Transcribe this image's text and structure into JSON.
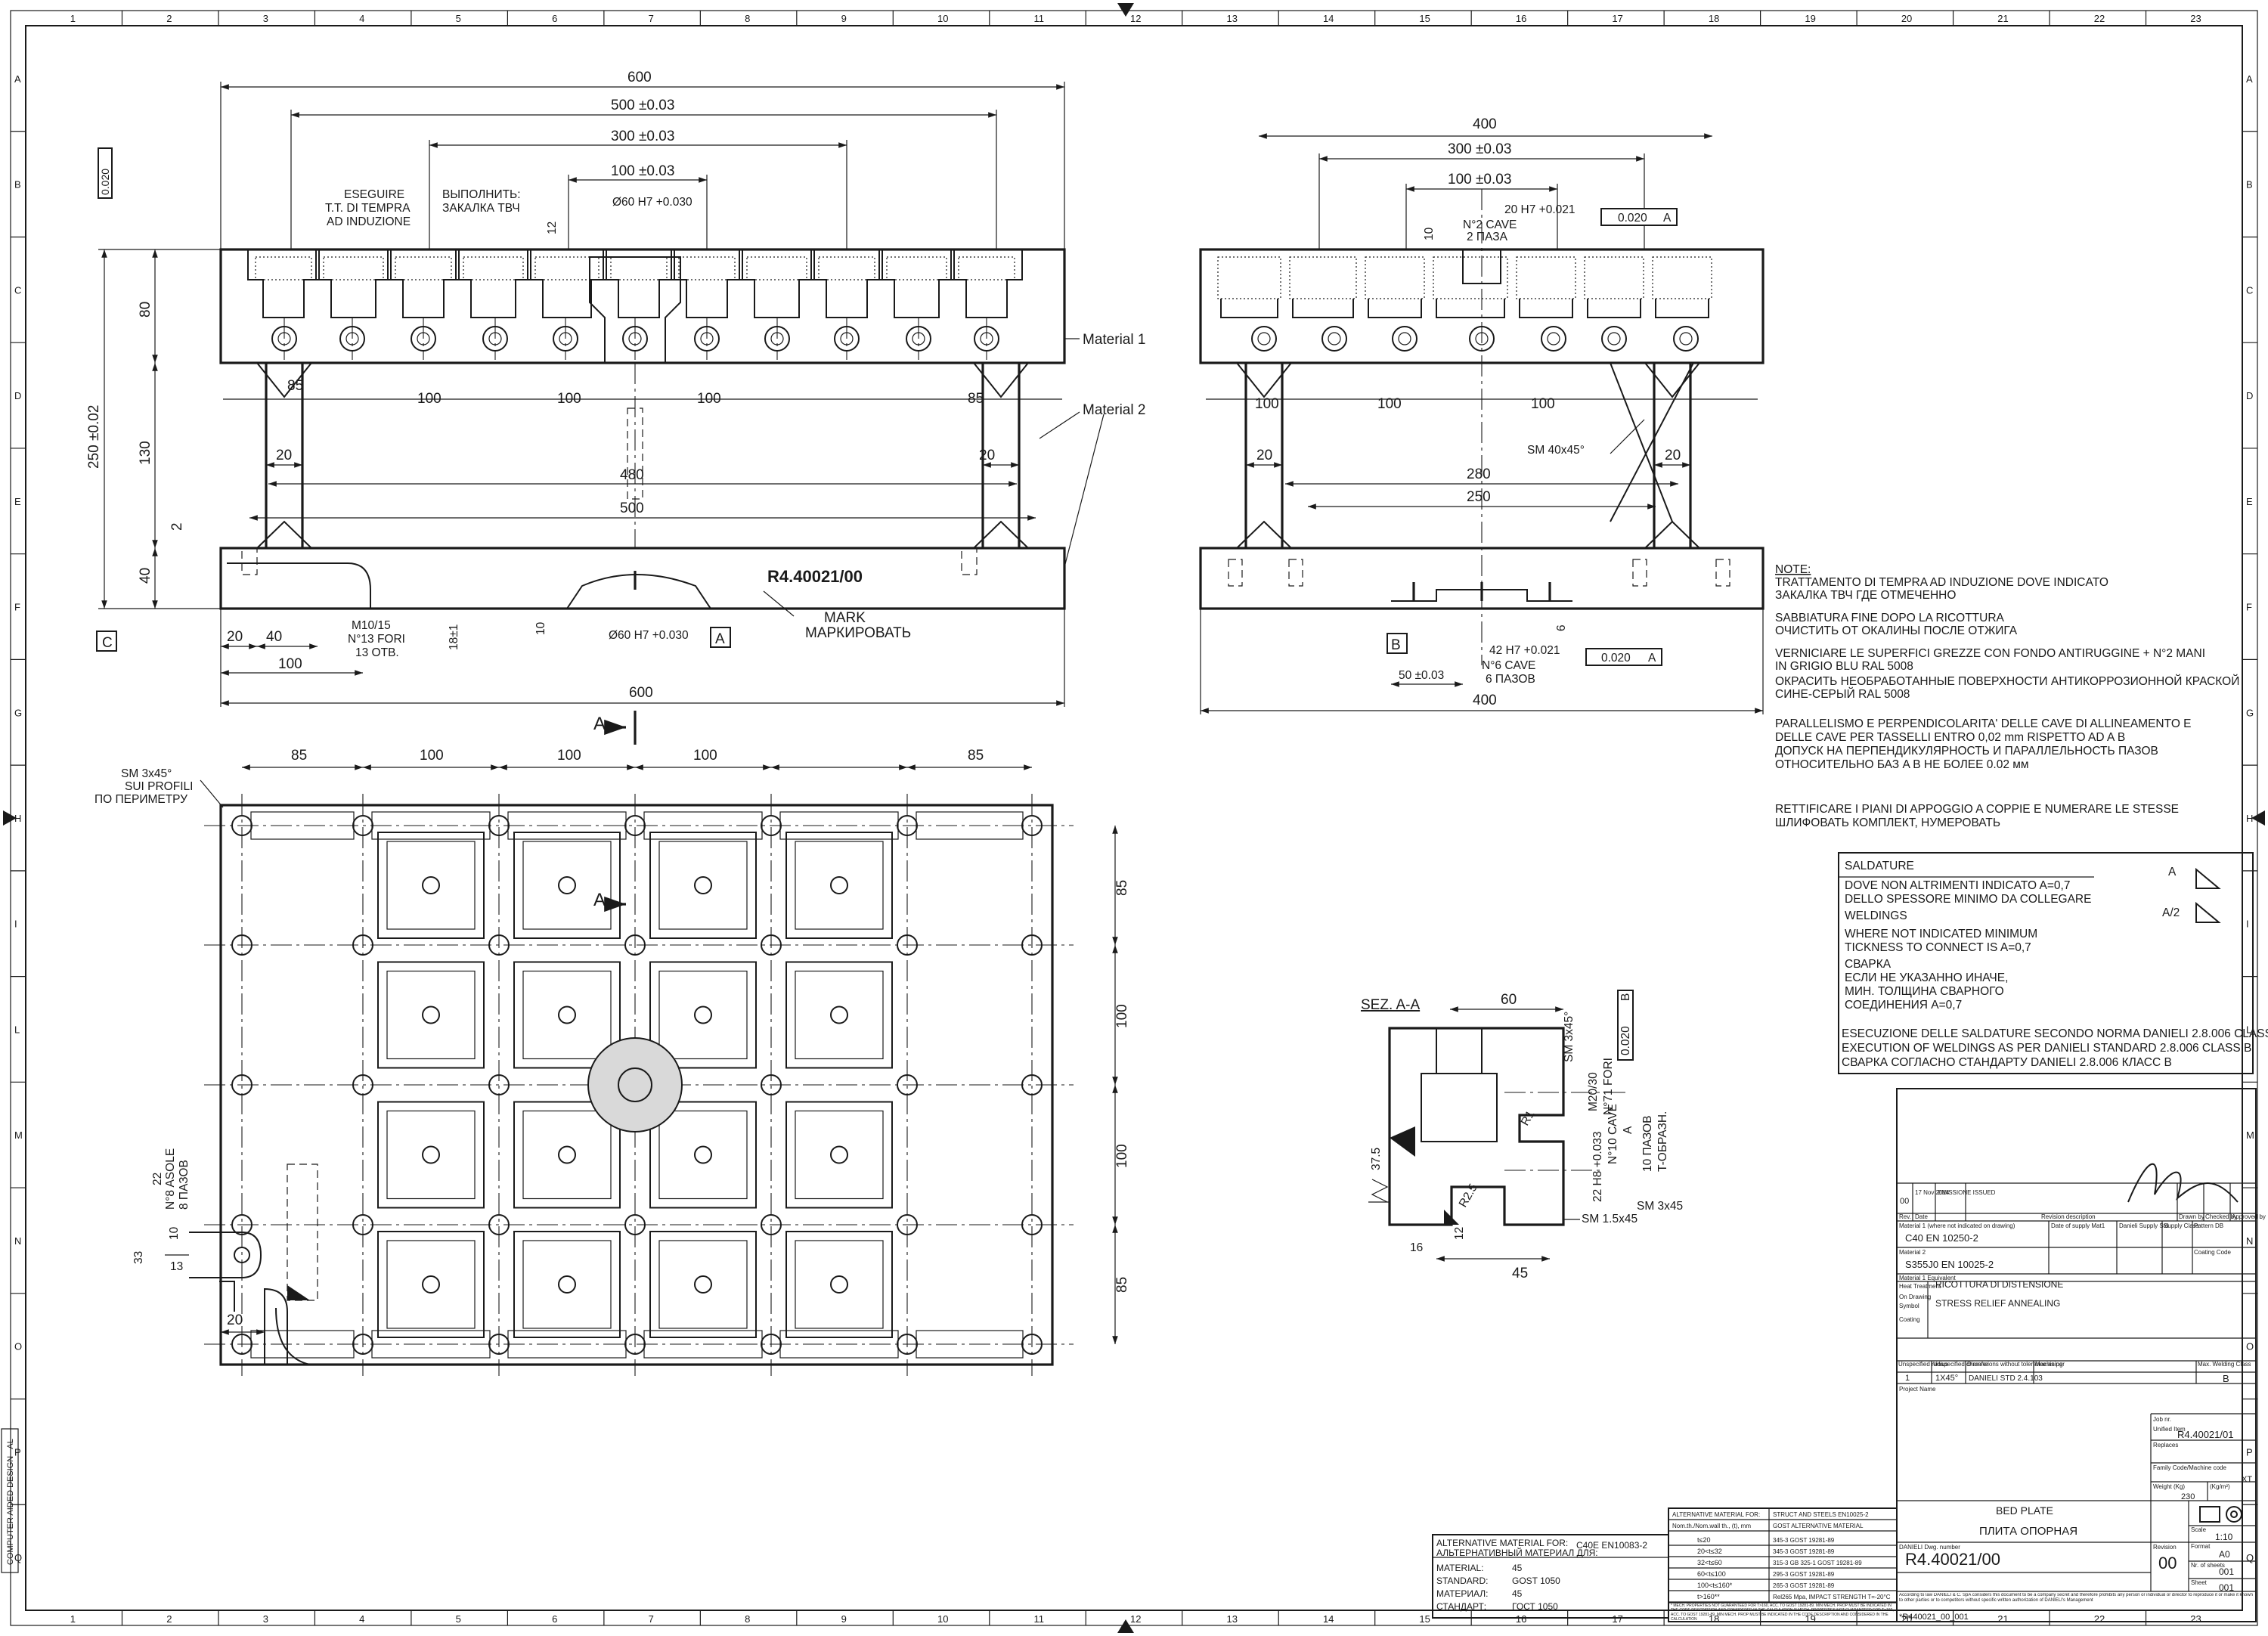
{
  "sheet": {
    "column_numbers": [
      "1",
      "2",
      "3",
      "4",
      "5",
      "6",
      "7",
      "8",
      "9",
      "10",
      "11",
      "12",
      "13",
      "14",
      "15",
      "16",
      "17",
      "18",
      "19",
      "20",
      "21",
      "22",
      "23"
    ],
    "row_letters": [
      "A",
      "B",
      "C",
      "D",
      "E",
      "F",
      "G",
      "H",
      "I",
      "L",
      "M",
      "N",
      "O",
      "P",
      "Q"
    ],
    "side_label": "COMPUTER AIDED DESIGN - AL"
  },
  "front_view": {
    "overall_width": "600",
    "dim_500": "500 ±0.03",
    "dim_300": "300 ±0.03",
    "dim_100": "100 ±0.03",
    "bore_top": "Ø60 H7 +0.030",
    "bore_bottom": "Ø60 H7 +0.030",
    "height_total": "250 ±0.02",
    "height_80": "80",
    "height_130": "130",
    "height_40": "40",
    "height_2": "2",
    "pitch_85_left": "85",
    "pitch_100_a": "100",
    "pitch_100_b": "100",
    "pitch_100_c": "100",
    "pitch_85_right": "85",
    "leg_20_left": "20",
    "leg_20_right": "20",
    "dim_480": "480",
    "dim_500_inner": "500",
    "bottom_20": "20",
    "bottom_40": "40",
    "bottom_100": "100",
    "bottom_600": "600",
    "thread_note_1": "M10/15",
    "thread_note_2": "N°13 FORI",
    "thread_note_3": "13 ОТВ.",
    "thread_depth": "18±1",
    "ten": "10",
    "twelve": "12",
    "eseguire_1": "ESEGUIRE",
    "eseguire_2": "T.T. DI TEMPRA",
    "eseguire_3": "AD INDUZIONE",
    "vypolnit_1": "ВЫПОЛНИТЬ:",
    "vypolnit_2": "ЗАКАЛКА ТВЧ",
    "material_1": "Material 1",
    "material_2": "Material 2",
    "mark_code": "R4.40021/00",
    "mark_label": "MARK",
    "mark_label_ru": "МАРКИРОВАТЬ",
    "tol_flatness": "0.020",
    "datum_a": "A",
    "datum_c": "C",
    "section_mark": "A"
  },
  "side_view": {
    "dim_400_top": "400",
    "dim_300": "300 ±0.03",
    "dim_100": "100 ±0.03",
    "slot_20": "20 H7 +0.021",
    "slot_cave_1": "N°2 CAVE",
    "slot_cave_2": "2 ПАЗА",
    "slot_tol": "0.020",
    "slot_tol_datum": "A",
    "ten": "10",
    "pitch_100_left": "100",
    "pitch_100_mid": "100",
    "pitch_100_right": "100",
    "leg_20_left": "20",
    "leg_20_right": "20",
    "dim_280": "280",
    "dim_250": "250",
    "chamfer": "SM 40x45°",
    "slot_42": "42 H7 +0.021",
    "slot_42_cave_1": "N°6 CAVE",
    "slot_42_cave_2": "6 ПАЗОВ",
    "slot_42_tol": "0.020",
    "slot_42_datum": "A",
    "dim_50": "50 ±0.03",
    "dim_400_bottom": "400",
    "six": "6",
    "datum_b": "B"
  },
  "notes": {
    "title": "NOTE:",
    "lines": [
      "TRATTAMENTO DI TEMPRA AD INDUZIONE DOVE INDICATO",
      "ЗАКАЛКА ТВЧ ГДЕ ОТМЕЧЕННО",
      "SABBIATURA FINE DOPO LA RICOTTURA",
      "ОЧИСТИТЬ ОТ ОКАЛИНЫ ПОСЛЕ ОТЖИГА",
      "VERNICIARE LE SUPERFICI GREZZE CON FONDO ANTIRUGGINE + N°2 MANI",
      "IN GRIGIO BLU RAL 5008",
      "ОКРАСИТЬ НЕОБРАБОТАННЫЕ ПОВЕРХНОСТИ АНТИКОРРОЗИОННОЙ КРАСКОЙ",
      "СИНЕ-СЕРЫЙ RAL 5008",
      "PARALLELISMO E PERPENDICOLARITA' DELLE CAVE DI ALLINEAMENTO E",
      "DELLE CAVE PER TASSELLI ENTRO 0,02 mm RISPETTO AD A B",
      "ДОПУСК НА ПЕРПЕНДИКУЛЯРНОСТЬ И ПАРАЛЛЕЛЬНОСТЬ ПАЗОВ",
      "ОТНОСИТЕЛЬНО БАЗ A B НЕ БОЛЕЕ 0.02 мм",
      "RETTIFICARE I PIANI DI APPOGGIO A COPPIE E NUMERARE LE STESSE",
      "ШЛИФОВАТЬ КОМПЛЕКТ, НУМЕРОВАТЬ"
    ]
  },
  "welding": {
    "h_saldature": "SALDATURE",
    "saldature_1": "DOVE NON ALTRIMENTI INDICATO A=0,7",
    "saldature_2": "DELLO SPESSORE MINIMO DA COLLEGARE",
    "h_weldings": "WELDINGS",
    "weldings_1": "WHERE NOT INDICATED MINIMUM",
    "weldings_2": "TICKNESS TO CONNECT IS A=0,7",
    "h_svarka": "СВАРКА",
    "svarka_1": "ЕСЛИ НЕ УКАЗАННО ИНАЧЕ,",
    "svarka_2": "МИН. ТОЛЩИНА СВАРНОГО",
    "svarka_3": "СОЕДИНЕНИЯ A=0,7",
    "std_1": "ESECUZIONE DELLE SALDATURE SECONDO NORMA DANIELI 2.8.006 CLASSE B",
    "std_2": "EXECUTION OF WELDINGS AS PER DANIELI STANDARD 2.8.006 CLASS B",
    "std_3": "СВАРКА СОГЛАСНО СТАНДАРТУ DANIELI  2.8.006 КЛАСС B",
    "sym_a": "A",
    "sym_a2": "A/2"
  },
  "plan_view": {
    "top_85_left": "85",
    "top_100_a": "100",
    "top_100_b": "100",
    "top_100_c": "100",
    "top_85_right": "85",
    "right_85_top": "85",
    "right_100_a": "100",
    "right_100_b": "100",
    "right_85_bottom": "85",
    "chamfer_1": "SM 3x45°",
    "chamfer_2": "SUI PROFILI",
    "chamfer_3": "ПО ПЕРИМЕТРУ",
    "slot_22": "22",
    "slot_n8": "N°8 ASOLE",
    "slot_8": "8 ПАЗОВ",
    "slot_33": "33",
    "slot_13": "13",
    "slot_10": "10",
    "bottom_20": "20",
    "section_mark": "A"
  },
  "section": {
    "title": "SEZ. A-A",
    "dim_60": "60",
    "chamfer_top": "SM 3x45°",
    "thread": "M20/30",
    "holes": "N°71 FORI",
    "tol": "0.020",
    "tol_datum": "B",
    "slot_22": "22 H8 +0.033",
    "slot_cave": "N°10 CAVE",
    "slot_a": "A",
    "slot_ru_1": "10 ПАЗОВ",
    "slot_ru_2": "T-ОБРАЗН.",
    "chamfer_mid": "SM 3x45",
    "chamfer_low": "SM 1.5x45",
    "dim_37": "37.5",
    "dim_16": "16",
    "dim_12": "12",
    "dim_45": "45",
    "r1": "R1",
    "r25": "R2.5"
  },
  "alt_material": {
    "header_it": "ALTERNATIVE MATERIAL FOR:",
    "header_ru": "АЛЬТЕРНАТИВНЫЙ МАТЕРИАЛ ДЛЯ:",
    "for_material": "C40E EN10083-2",
    "row_labels": [
      "MATERIAL:",
      "STANDARD:",
      "МАТЕРИАЛ:",
      "СТАНДАРТ:"
    ],
    "row_values": [
      "45",
      "GOST 1050",
      "45",
      "ГОСТ 1050"
    ]
  },
  "alt_table": {
    "col_1": "ALTERNATIVE MATERIAL FOR:",
    "col_2": "STRUCT AND STEELS EN10025-2",
    "sub_1": "Nom.th./Nom.wall th., (t), mm",
    "sub_2": "GOST ALTERNATIVE MATERIAL",
    "rows": [
      [
        "t≤20",
        "345-3 GOST 19281-89"
      ],
      [
        "20<t≤32",
        "345-3 GOST 19281-89"
      ],
      [
        "32<t≤60",
        "315-3 GB 325-1 GOST 19281-89"
      ],
      [
        "60<t≤100",
        "295-3 GOST 19281-89"
      ],
      [
        "100<t≤160*",
        "265-3 GOST 19281-89"
      ],
      [
        "t>160**",
        "Rel265 Mpa, IMPACT STRENGTH T=-20°C"
      ]
    ],
    "footnote": "* MECH. PROPERTIES NOT GUARANTEED FOR T>160, ACC. TO GOST 19281-89. MIN MECH. PROP MUST BE INDICATED IN THE CODE DESCRIPTION AND CONSIDERED IN THE CALCULATION ** MECH. PROPERTIES NOT GUARANTEED FOR T>160, ACC. TO GOST 19281-89. MIN MECH. PROP MUST BE INDICATED IN THE CODE DESCRIPTION AND CONSIDERED IN THE CALCULATION"
  },
  "title_block": {
    "rev": "00",
    "date": "17 Nov 2014",
    "status": "EMISSIONE ISSUED",
    "col_rev": "Rev.",
    "col_date": "Date",
    "col_desc": "Revision description",
    "col_drawn": "Drawn by",
    "col_checked": "Checked by",
    "col_approved": "Approved by",
    "material_1_label": "Material 1 (where not indicated on drawing)",
    "material_1": "C40  EN 10250-2",
    "material_2_label": "Material 2",
    "material_2": "S355J0 EN 10025-2",
    "material_eq": "Material 1 Equivalent",
    "date_supply": "Date of supply Mat1",
    "supply_std": "Danieli Supply Std",
    "supply_class": "Supply Class",
    "pattern": "Pattern DB",
    "coating": "Coating Code",
    "heat_treatment_label": "Heat Treatment",
    "heat_treatment_it": "RICOTTURA DI DISTENSIONE",
    "heat_treatment_en": "STRESS RELIEF ANNEALING",
    "on_drawing": "On Drawing",
    "symbol": "Symbol",
    "coating_label": "Coating",
    "rounded_label": "Unspecified radius",
    "rounded_value": "1",
    "chamfer_label": "Unspecified chamfer",
    "chamfer_value": "1X45°",
    "tolerance_label": "Dimensions without tolerance as per",
    "tolerance_value": "DANIELI STD 2.4.103",
    "machining_label": "Machining",
    "welding_class_label": "Max. Welding Class",
    "welding_class": "B",
    "project_label": "Project Name",
    "job_label": "Job nr.",
    "unified_label": "Unified Item",
    "unified": "R4.40021/01",
    "replaces_label": "Replaces",
    "family_label": "Family Code/Machine code",
    "family": "XT",
    "weight_label": "Weight (Kg)",
    "weight": "230",
    "kgm_label": "(Kg/m²)",
    "title_en": "BED PLATE",
    "title_ru": "ПЛИТА ОПОРНАЯ",
    "drawing_label": "DANIELI Dwg. number",
    "drawing_number": "R4.40021/00",
    "revision_label": "Revision",
    "revision": "00",
    "scale_label": "Scale",
    "scale": "1:10",
    "format_label": "Format",
    "format": "A0",
    "sheets_label": "Nr. of sheets",
    "sheets": "001",
    "sheet_label": "Sheet",
    "sheet": "001",
    "file_ref": "*R440021_00_001",
    "copyright": "According to law DANIELI & C. SpA considers this document to be a company secret and therefore prohibits any person or individual or director to reproduce it or make it known to other parties or to competitors without specific written authorization of DANIELI's Management"
  }
}
